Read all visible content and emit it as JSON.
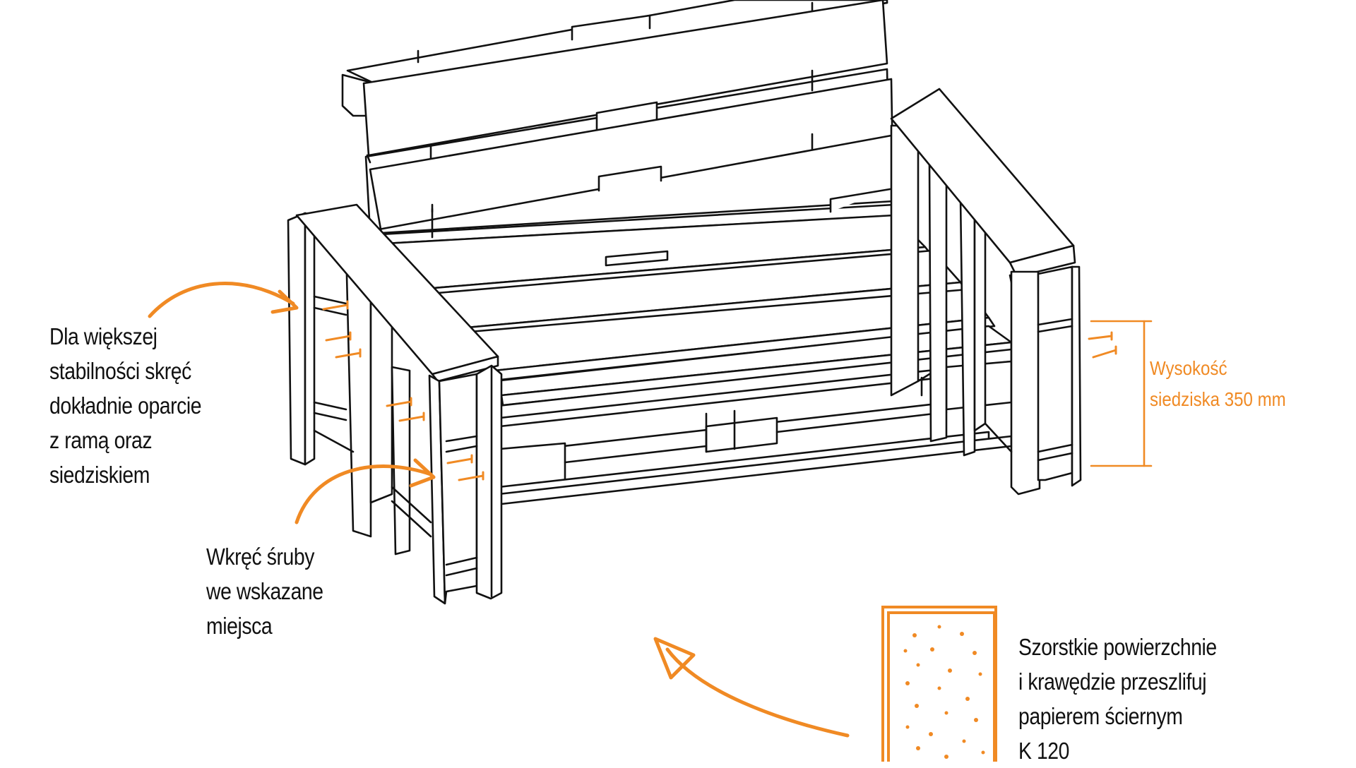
{
  "colors": {
    "accent": "#f08a24",
    "line": "#111111",
    "background": "#ffffff"
  },
  "annotations": {
    "stability": {
      "lines": [
        "Dla większej",
        "stabilności skręć",
        "dokładnie oparcie",
        "z ramą oraz",
        "siedziskiem"
      ]
    },
    "screws": {
      "lines": [
        "Wkręć śruby",
        "we wskazane",
        "miejsca"
      ]
    },
    "seat_height": {
      "lines": [
        "Wysokość",
        "siedziska 350 mm"
      ]
    },
    "sanding": {
      "lines": [
        "Szorstkie powierzchnie",
        "i krawędzie przeszlifuj",
        "papierem ściernym",
        "K 120"
      ]
    }
  },
  "icons": {
    "sandpaper": "sandpaper-icon",
    "screw": "screw-icon",
    "arrow": "curved-arrow-icon"
  }
}
